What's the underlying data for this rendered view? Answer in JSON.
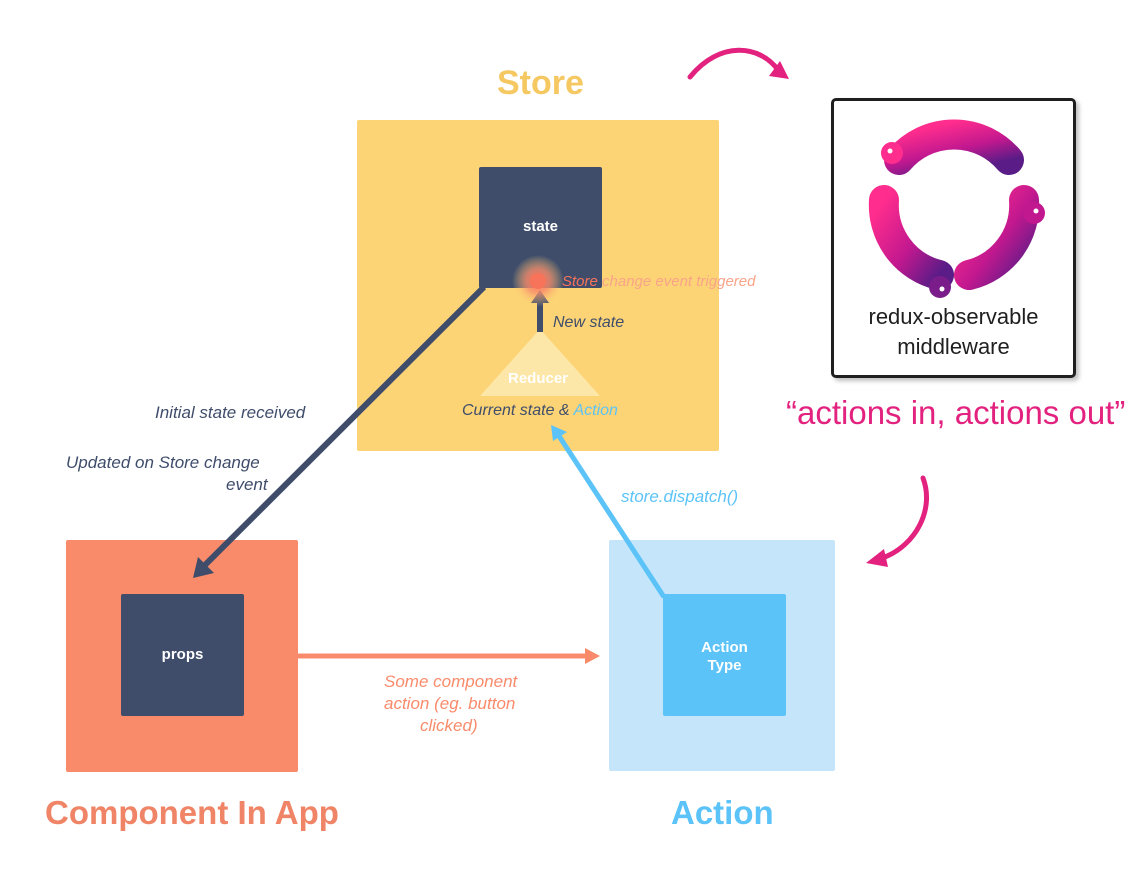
{
  "store": {
    "title": "Store",
    "state_label": "state",
    "reducer_label": "Reducer"
  },
  "component": {
    "title": "Component In App",
    "props_label": "props"
  },
  "action": {
    "title": "Action",
    "action_type_line1": "Action",
    "action_type_line2": "Type"
  },
  "labels": {
    "store_change_prefix": "Store",
    "store_change_rest": " change event triggered",
    "new_state": "New state",
    "current_state_prefix": "Current state & ",
    "current_state_action": "Action",
    "initial_state": "Initial state received",
    "updated_line1": "Updated on Store change",
    "updated_line2": "event",
    "dispatch": "store.dispatch()",
    "component_action_line1": "Some component",
    "component_action_line2": "action (eg. button",
    "component_action_line3": "clicked)"
  },
  "middleware": {
    "name_line1": "redux-observable",
    "name_line2": "middleware",
    "icon": "redux-observable-birds-logo",
    "tagline": "“actions in, actions out”"
  },
  "colors": {
    "store_bg": "#fcd475",
    "store_title": "#f5c862",
    "navy": "#3f4d6b",
    "component_bg": "#f98b6b",
    "component_title": "#f08466",
    "action_bg": "#c5e6fa",
    "action_type_bg": "#5bc3f8",
    "action_title": "#5bc3f8",
    "magenta": "#e3227f"
  }
}
